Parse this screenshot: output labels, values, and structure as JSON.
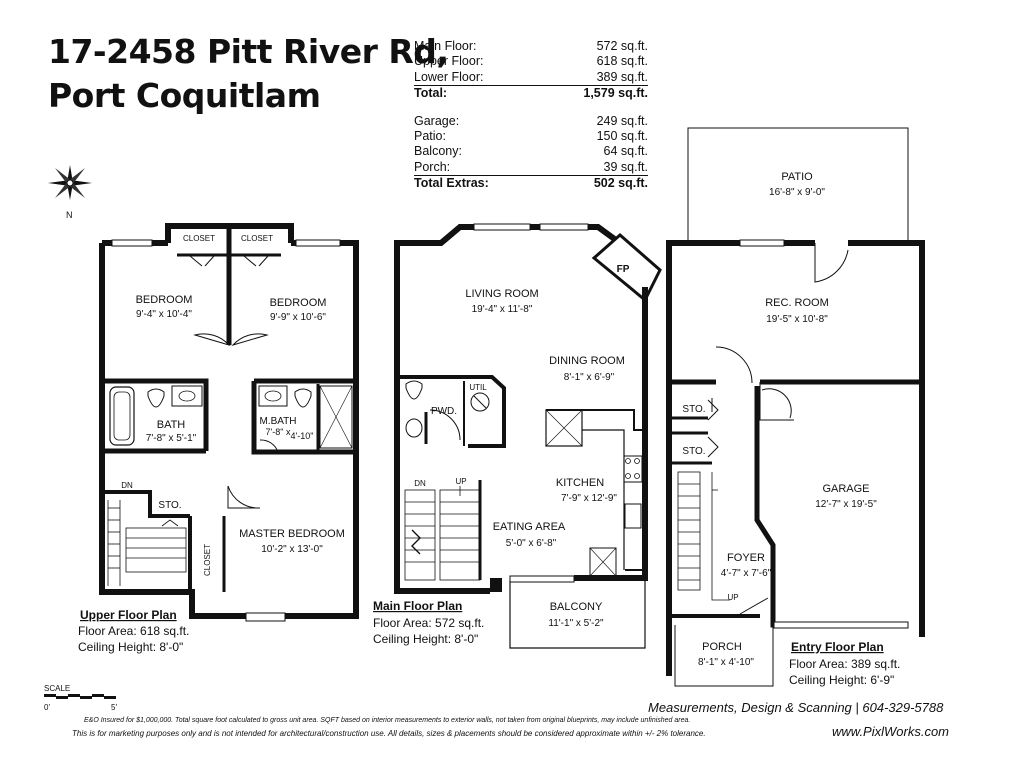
{
  "address": {
    "line1": "17-2458 Pitt River Rd,",
    "line2": "Port Coquitlam"
  },
  "areas": {
    "living": [
      {
        "label": "Main Floor:",
        "value": "572 sq.ft."
      },
      {
        "label": "Upper Floor:",
        "value": "618 sq.ft."
      },
      {
        "label": "Lower Floor:",
        "value": "389 sq.ft."
      }
    ],
    "living_total": {
      "label": "Total:",
      "value": "1,579 sq.ft."
    },
    "extras": [
      {
        "label": "Garage:",
        "value": "249 sq.ft."
      },
      {
        "label": "Patio:",
        "value": "150 sq.ft."
      },
      {
        "label": "Balcony:",
        "value": "64 sq.ft."
      },
      {
        "label": "Porch:",
        "value": "39 sq.ft."
      }
    ],
    "extras_total": {
      "label": "Total Extras:",
      "value": "502 sq.ft."
    }
  },
  "compass": {
    "north": "N"
  },
  "scale": {
    "label": "SCALE",
    "start": "0'",
    "end": "5'"
  },
  "rooms": {
    "upper_closet1": "CLOSET",
    "upper_closet2": "CLOSET",
    "bedroom1_name": "BEDROOM",
    "bedroom1_dim": "9'-4\" x 10'-4\"",
    "bedroom2_name": "BEDROOM",
    "bedroom2_dim": "9'-9\" x 10'-6\"",
    "bath_name": "BATH",
    "bath_dim": "7'-8\" x 5'-1\"",
    "mbath_name": "M.BATH",
    "mbath_dim1": "7'-8\" x",
    "mbath_dim2": "4'-10\"",
    "upper_dn": "DN",
    "upper_sto": "STO.",
    "upper_closet3": "CLOSET",
    "master_name": "MASTER BEDROOM",
    "master_dim": "10'-2\" x 13'-0\"",
    "fp": "FP",
    "living_name": "LIVING ROOM",
    "living_dim": "19'-4\" x 11'-8\"",
    "dining_name": "DINING ROOM",
    "dining_dim": "8'-1\" x 6'-9\"",
    "util": "UTIL",
    "pwd": "PWD.",
    "kitchen_name": "KITCHEN",
    "kitchen_dim": "7'-9\" x 12'-9\"",
    "main_dn": "DN",
    "main_up": "UP",
    "eating_name": "EATING AREA",
    "eating_dim": "5'-0\" x 6'-8\"",
    "balcony_name": "BALCONY",
    "balcony_dim": "11'-1\" x 5'-2\"",
    "patio_name": "PATIO",
    "patio_dim": "16'-8\" x 9'-0\"",
    "rec_name": "REC. ROOM",
    "rec_dim": "19'-5\" x 10'-8\"",
    "entry_sto1": "STO.",
    "entry_sto2": "STO.",
    "garage_name": "GARAGE",
    "garage_dim": "12'-7\" x 19'-5\"",
    "foyer_name": "FOYER",
    "foyer_dim": "4'-7\" x 7'-6\"",
    "entry_up": "UP",
    "porch_name": "PORCH",
    "porch_dim": "8'-1\" x 4'-10\""
  },
  "plans": {
    "upper": {
      "title": "Upper Floor Plan",
      "area": "Floor Area: 618 sq.ft.",
      "ceiling": "Ceiling Height: 8'-0\""
    },
    "main": {
      "title": "Main Floor Plan",
      "area": "Floor Area: 572 sq.ft.",
      "ceiling": "Ceiling Height: 8'-0\""
    },
    "entry": {
      "title": "Entry Floor Plan",
      "area": "Floor Area: 389 sq.ft.",
      "ceiling": "Ceiling Height: 6'-9\""
    }
  },
  "footer": {
    "credit": "Measurements, Design & Scanning | 604-329-5788",
    "disclaimer1": "E&O Insured for $1,000,000.  Total square foot calculated to gross unit area. SQFT based on interior measurements to exterior walls, not taken from original blueprints, may include unfinished area.",
    "disclaimer2": "This is for marketing purposes only and is not intended for architectural/construction use.  All details, sizes & placements should be considered approximate within +/- 2%  tolerance.",
    "website": "www.PixlWorks.com"
  },
  "colors": {
    "wall": "#111111",
    "text": "#111111",
    "line": "#333333"
  }
}
